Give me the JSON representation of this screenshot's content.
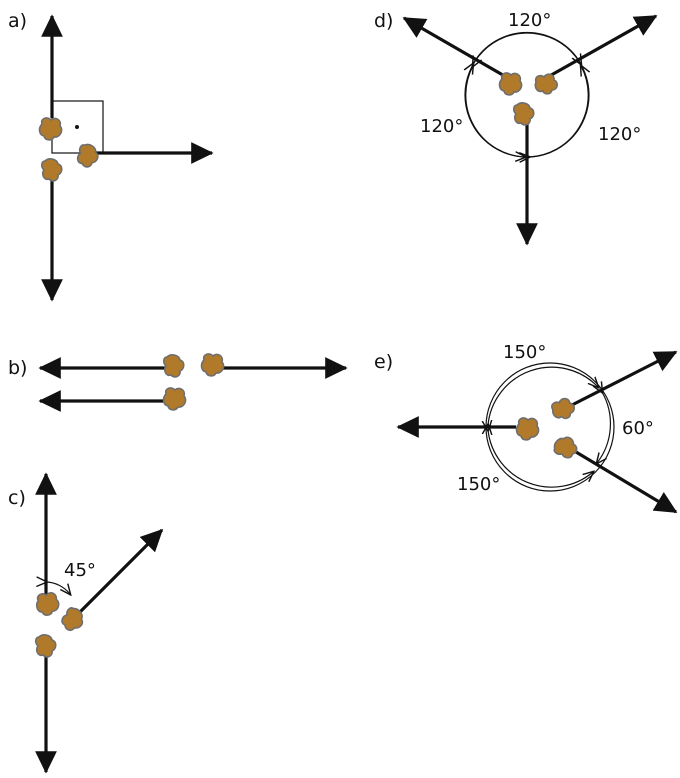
{
  "panels": {
    "a": {
      "label": "a)"
    },
    "b": {
      "label": "b)"
    },
    "c": {
      "label": "c)",
      "angles": [
        "45°"
      ]
    },
    "d": {
      "label": "d)",
      "angles": [
        "120°",
        "120°",
        "120°"
      ]
    },
    "e": {
      "label": "e)",
      "angles": [
        "150°",
        "60°",
        "150°"
      ]
    }
  },
  "colors": {
    "blob_fill": "#b07a2a",
    "blob_stroke": "#6e6e6e",
    "line": "#111111"
  }
}
